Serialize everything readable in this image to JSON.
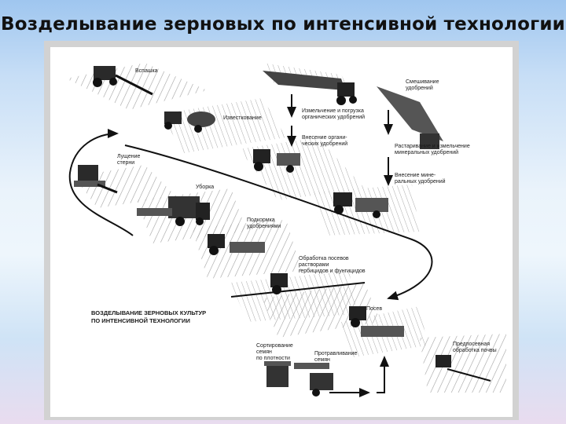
{
  "slide": {
    "title": "Возделывание зерновых по интенсивной технологии"
  },
  "figure": {
    "caption_line1": "ВОЗДЕЛЫВАНИЕ ЗЕРНОВЫХ КУЛЬТУР",
    "caption_line2": "ПО ИНТЕНСИВНОЙ ТЕХНОЛОГИИ",
    "stages": {
      "vspashka": "Вспашка",
      "izvestkovanie": "Известкование",
      "lushchenie_1": "Лущение",
      "lushchenie_2": "стерни",
      "uborka": "Уборка",
      "izmelchenie_1": "Измельчение и погрузка",
      "izmelchenie_2": "органических удобрений",
      "vnesenie_org_1": "Внесение органи-",
      "vnesenie_org_2": "ческих удобрений",
      "smeshivanie_1": "Смешивание",
      "smeshivanie_2": "удобрений",
      "rastarivanie_1": "Растаривание и измельчение",
      "rastarivanie_2": "минеральных удобрений",
      "vnesenie_min_1": "Внесение мине-",
      "vnesenie_min_2": "ральных удобрений",
      "podkormka_1": "Подкормка",
      "podkormka_2": "удобрениями",
      "obrabotka_1": "Обработка посевов",
      "obrabotka_2": "растворами",
      "obrabotka_3": "гербицидов и фунгицидов",
      "posev": "Посев",
      "predposevnaya_1": "Предпосевная",
      "predposevnaya_2": "обработка почвы",
      "sortirovanie_1": "Сортирование",
      "sortirovanie_2": "семян",
      "sortirovanie_3": "по плотности",
      "protravlivanie_1": "Протравливание",
      "protravlivanie_2": "семян"
    }
  }
}
